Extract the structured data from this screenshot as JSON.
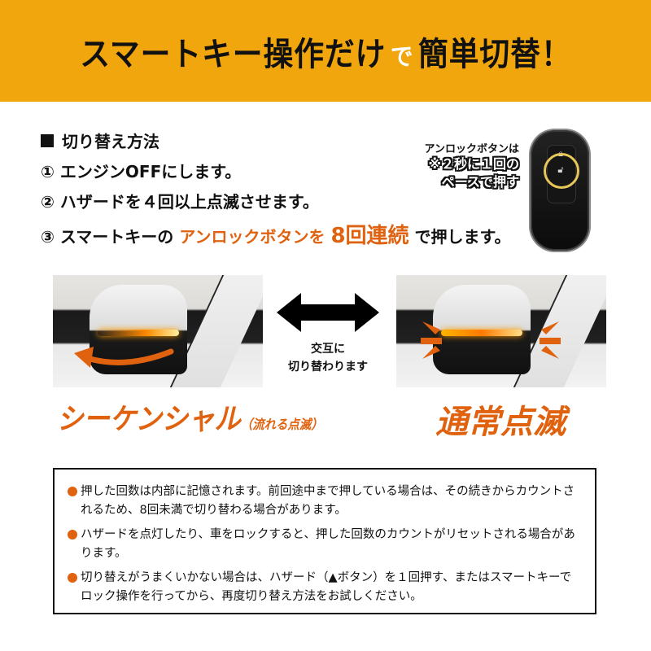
{
  "banner": {
    "title_part1": "スマートキー操作だけ",
    "title_highlight": "で",
    "title_part2": "簡単切替！",
    "background_color": "#f2a60d",
    "highlight_color": "#ffffff"
  },
  "instructions": {
    "heading": "切り替え方法",
    "steps": [
      {
        "marker": "①",
        "text": "エンジンOFFにします。"
      },
      {
        "marker": "②",
        "text": "ハザードを４回以上点滅させます。"
      },
      {
        "marker": "③",
        "text_before": "スマートキーの",
        "orange_text": "アンロックボタンを",
        "orange_big": "8回連続",
        "text_after": "で押します。"
      }
    ],
    "accent_color": "#e0620f"
  },
  "key_fob": {
    "note_line1": "アンロックボタンは",
    "note_line2": "※２秒に１回の",
    "note_line3": "ペースで押す",
    "lock_icon": "lock-icon",
    "unlock_icon": "unlock-icon",
    "ring_color": "#e8c75a"
  },
  "comparison": {
    "swap_label_line1": "交互に",
    "swap_label_line2": "切り替わります",
    "left_mode": {
      "label": "シーケンシャル",
      "sub": "（流れる点滅）"
    },
    "right_mode": {
      "label": "通常点滅"
    }
  },
  "notes": [
    {
      "text": "押した回数は内部に記憶されます。前回途中まで押している場合は、その続きからカウントされるため、8回未満で切り替わる場合があります。"
    },
    {
      "text": "ハザードを点灯したり、車をロックすると、押した回数のカウントがリセットされる場合があります。"
    },
    {
      "text": "切り替えがうまくいかない場合は、ハザード（▲ボタン）を１回押す、またはスマートキーでロック操作を行ってから、再度切り替え方法をお試しください。"
    }
  ]
}
